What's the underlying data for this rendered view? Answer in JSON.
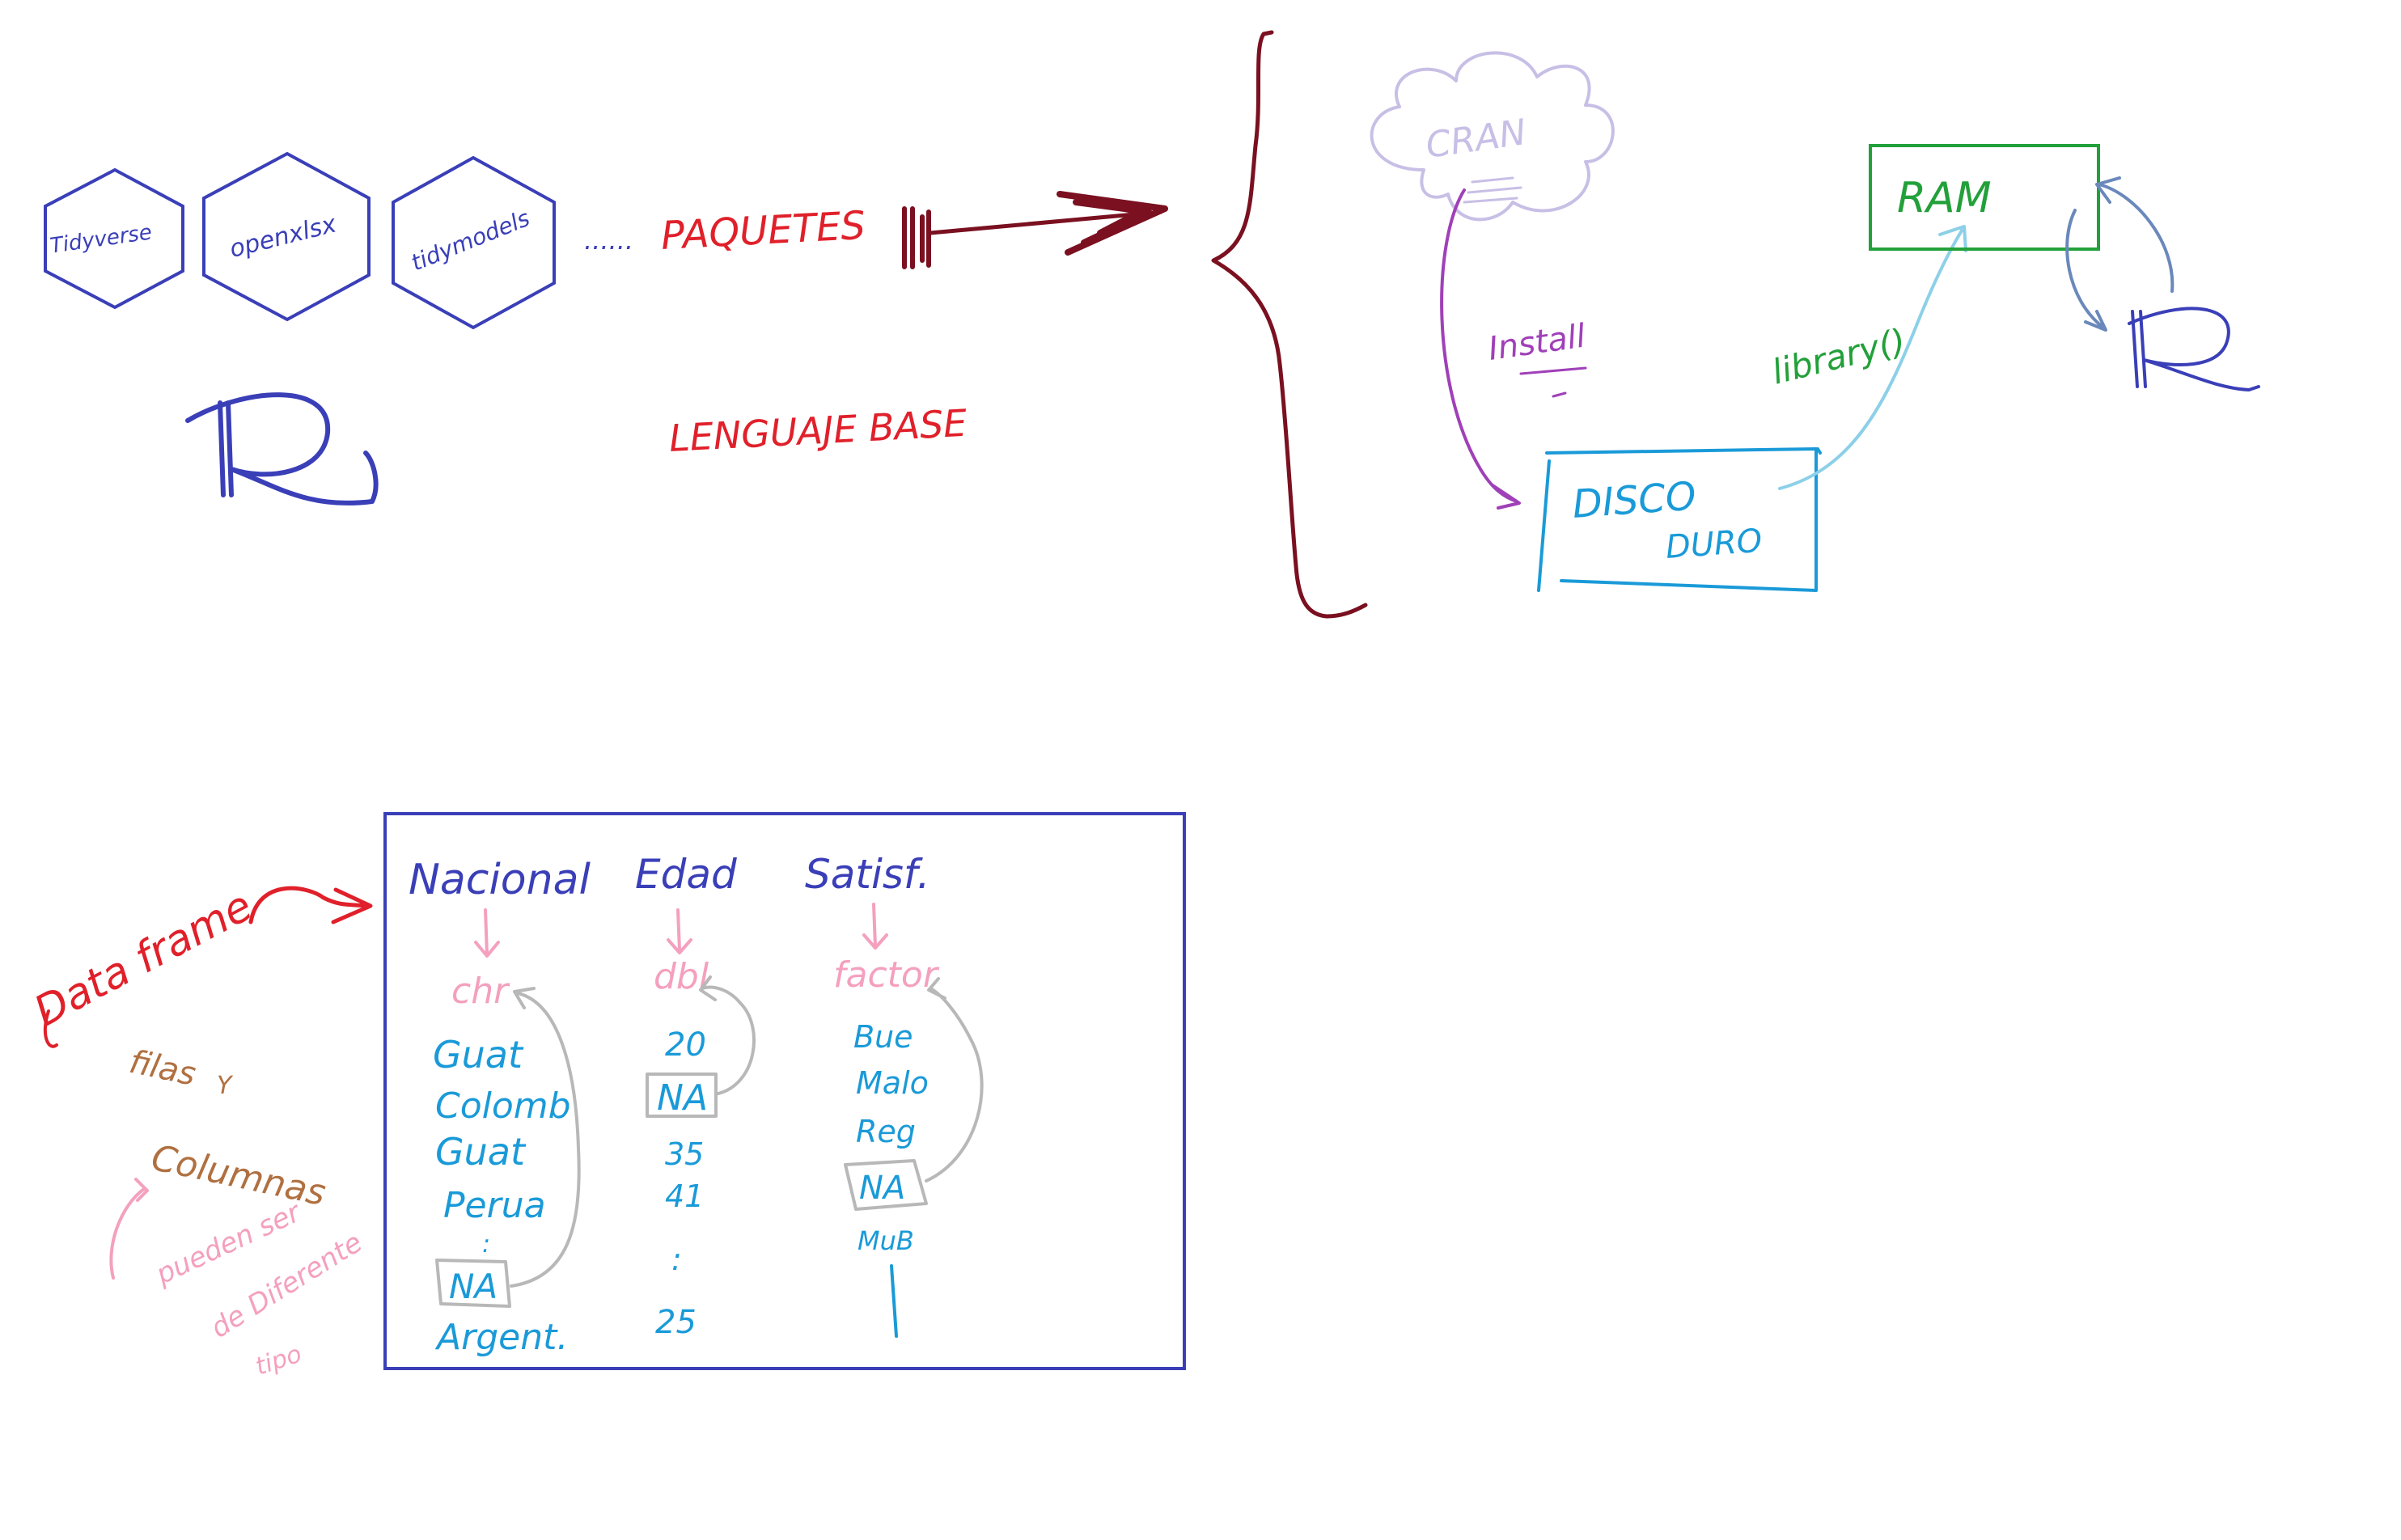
{
  "colors": {
    "blue": "#3a3fb8",
    "red": "#e0202a",
    "darkred": "#7a1020",
    "lavender": "#c8bfe6",
    "purple": "#a040b8",
    "green": "#22a03a",
    "sky": "#1a9ad8",
    "lightblue": "#8cd0e8",
    "steel": "#6a88bb",
    "pink": "#f4a0be",
    "brown": "#b07040",
    "gray": "#b8b8b8"
  },
  "packages": [
    "Tidyverse",
    "openxlsx",
    "tidymodels"
  ],
  "ellipsis": "......",
  "paquetes_label": "PAQUETES",
  "r_logo": "R",
  "lenguaje_base": "LENGUAJE BASE",
  "cran_label": "CRAN",
  "install_label": "Install",
  "library_label": "library()",
  "ram_label": "RAM",
  "disco_label": "DISCO",
  "duro_label": "DURO",
  "r_right": "R",
  "dataframe_label": "Data frame",
  "filas_label": "filas",
  "y_label": "Y",
  "columnas_label": "Columnas",
  "note_lines": [
    "pueden ser",
    "de Diferente",
    "tipo"
  ],
  "table": {
    "columns": [
      {
        "header": "Nacional",
        "type": "chr",
        "values": [
          "Guat",
          "Colomb",
          "Guat",
          "Perua",
          ":",
          "NA",
          "Argent."
        ]
      },
      {
        "header": "Edad",
        "type": "dbl",
        "values": [
          "20",
          "NA",
          "35",
          "41",
          ":",
          "25"
        ]
      },
      {
        "header": "Satisf.",
        "type": "factor",
        "values": [
          "Bue",
          "Malo",
          "Reg",
          "NA",
          "MuB"
        ]
      }
    ]
  }
}
